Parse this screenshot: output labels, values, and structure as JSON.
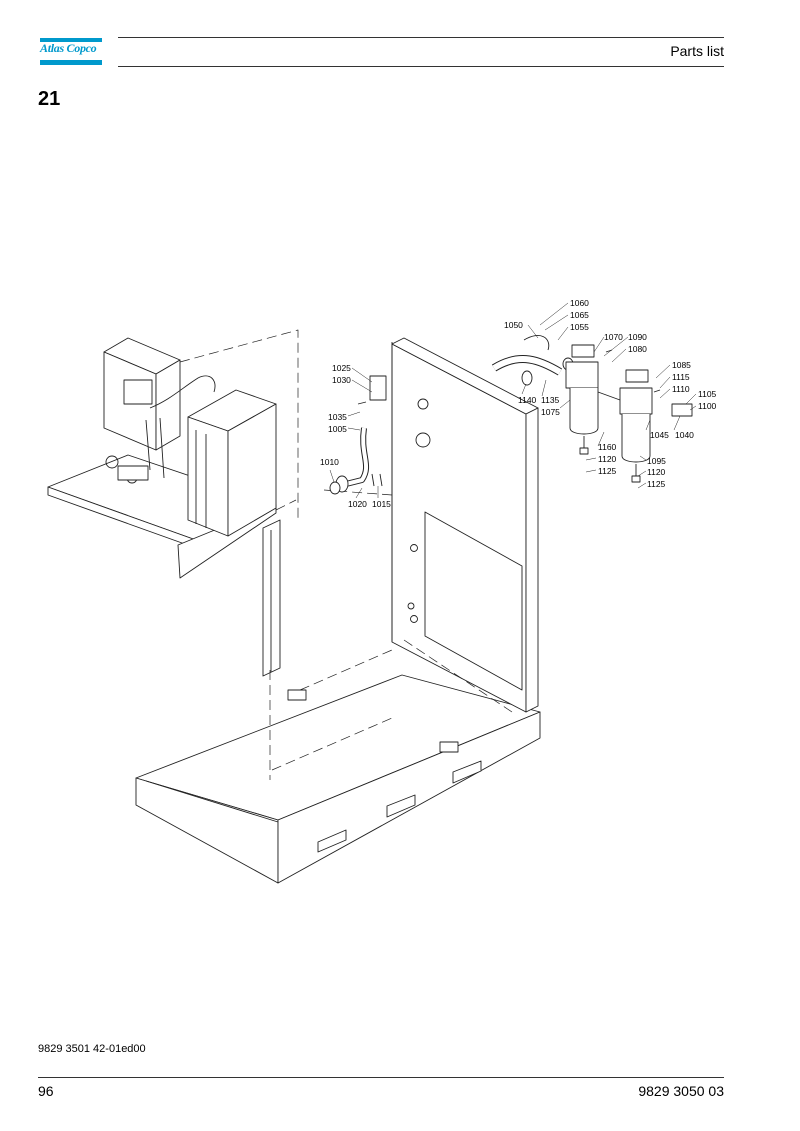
{
  "header": {
    "logo_text": "Atlas Copco",
    "title": "Parts list",
    "brand_color": "#0099cc"
  },
  "section": {
    "number": "21"
  },
  "drawing": {
    "part_labels": [
      "1060",
      "1065",
      "1050",
      "1055",
      "1070",
      "1090",
      "1080",
      "1085",
      "1115",
      "1110",
      "1105",
      "1100",
      "1025",
      "1030",
      "1140",
      "1135",
      "1075",
      "1035",
      "1005",
      "1045",
      "1040",
      "1160",
      "1120",
      "1125",
      "1095",
      "1120",
      "1125",
      "1010",
      "1020",
      "1015"
    ]
  },
  "footer": {
    "doc_ref": "9829 3501 42-01ed00",
    "page_number": "96",
    "doc_number": "9829 3050 03"
  }
}
